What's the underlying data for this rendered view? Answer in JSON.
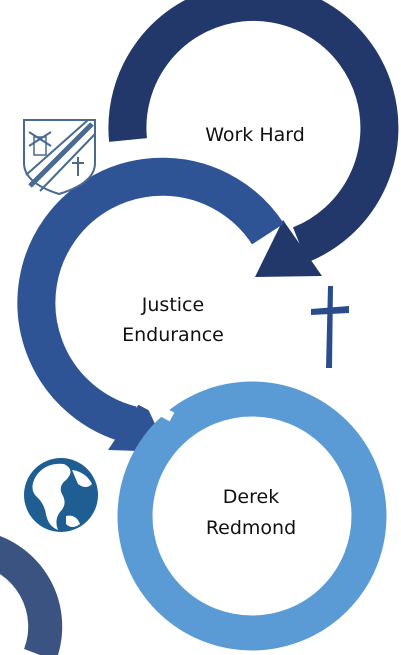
{
  "diagram": {
    "steps": [
      {
        "lines": [
          "Work Hard"
        ],
        "icon": "school-crest-icon",
        "color": "#22386a"
      },
      {
        "lines": [
          "Justice",
          "Endurance"
        ],
        "icon": "cross-icon",
        "color": "#2f5496"
      },
      {
        "lines": [
          "Derek",
          "Redmond"
        ],
        "icon": "globe-icon",
        "color": "#5b9bd5"
      }
    ]
  }
}
